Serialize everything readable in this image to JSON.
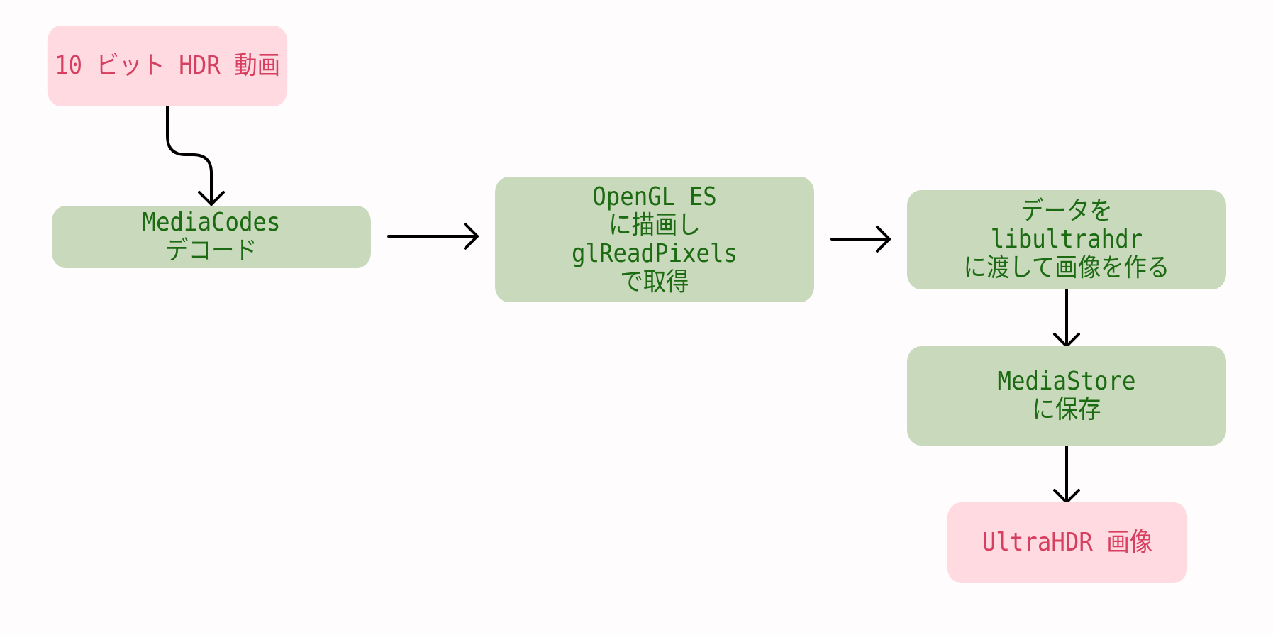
{
  "nodes": {
    "source_video": {
      "lines": [
        "10 ビット HDR 動画"
      ]
    },
    "decode": {
      "lines": [
        "MediaCodes",
        "デコード"
      ]
    },
    "render": {
      "lines": [
        "OpenGL ES",
        "に描画し",
        "glReadPixels",
        "で取得"
      ]
    },
    "encode": {
      "lines": [
        "データを",
        "libultrahdr",
        "に渡して画像を作る"
      ]
    },
    "store": {
      "lines": [
        "MediaStore",
        "に保存"
      ]
    },
    "output_image": {
      "lines": [
        "UltraHDR 画像"
      ]
    }
  },
  "edges": [
    {
      "from": "source_video",
      "to": "decode"
    },
    {
      "from": "decode",
      "to": "render"
    },
    {
      "from": "render",
      "to": "encode"
    },
    {
      "from": "encode",
      "to": "store"
    },
    {
      "from": "store",
      "to": "output_image"
    }
  ],
  "colors": {
    "io_fill": "#ffdae1",
    "io_text": "#d63f5f",
    "process_fill": "#c9d9bc",
    "process_text": "#1c6a12",
    "arrow": "#000000",
    "background": "#fffcfd"
  }
}
